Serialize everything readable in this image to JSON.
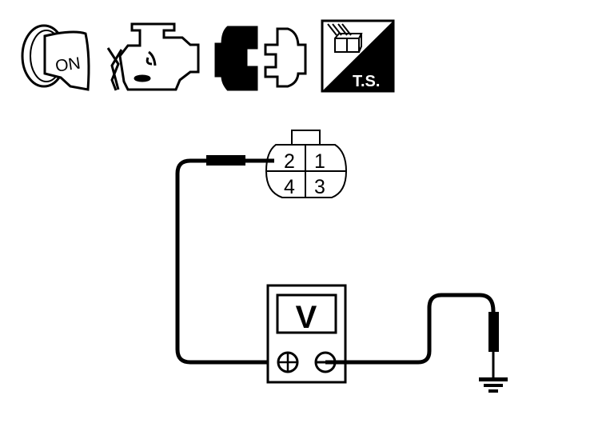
{
  "icons": {
    "ignition_label": "ON",
    "ts_label": "T.S."
  },
  "connector": {
    "terminals": [
      "2",
      "1",
      "4",
      "3"
    ]
  },
  "meter": {
    "label": "V",
    "positive_symbol": "+",
    "negative_symbol": "−"
  },
  "colors": {
    "ink": "#000000",
    "background": "#ffffff"
  }
}
